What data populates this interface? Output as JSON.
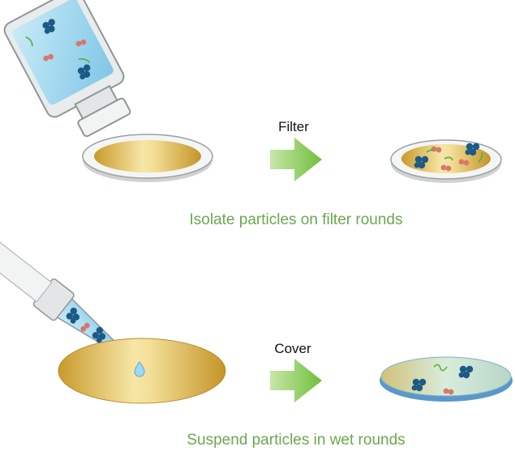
{
  "steps": [
    {
      "action": "Filter",
      "caption": "Isolate particles on filter rounds"
    },
    {
      "action": "Cover",
      "caption": "Suspend particles in wet rounds"
    }
  ],
  "colors": {
    "caption_green": "#6aa84f",
    "arrow_green": "#7cc242",
    "gold": "#d4a93b",
    "particle_blue": "#1c5a86",
    "particle_red": "#d9776a",
    "fiber_green": "#5bb04a",
    "liquid_blue": "#a8d8ef",
    "bottle_gray": "#e3e5e6"
  },
  "icons": {
    "bottle": "pouring-bottle-icon",
    "pipette": "pipette-icon",
    "arrow": "right-arrow-icon"
  }
}
